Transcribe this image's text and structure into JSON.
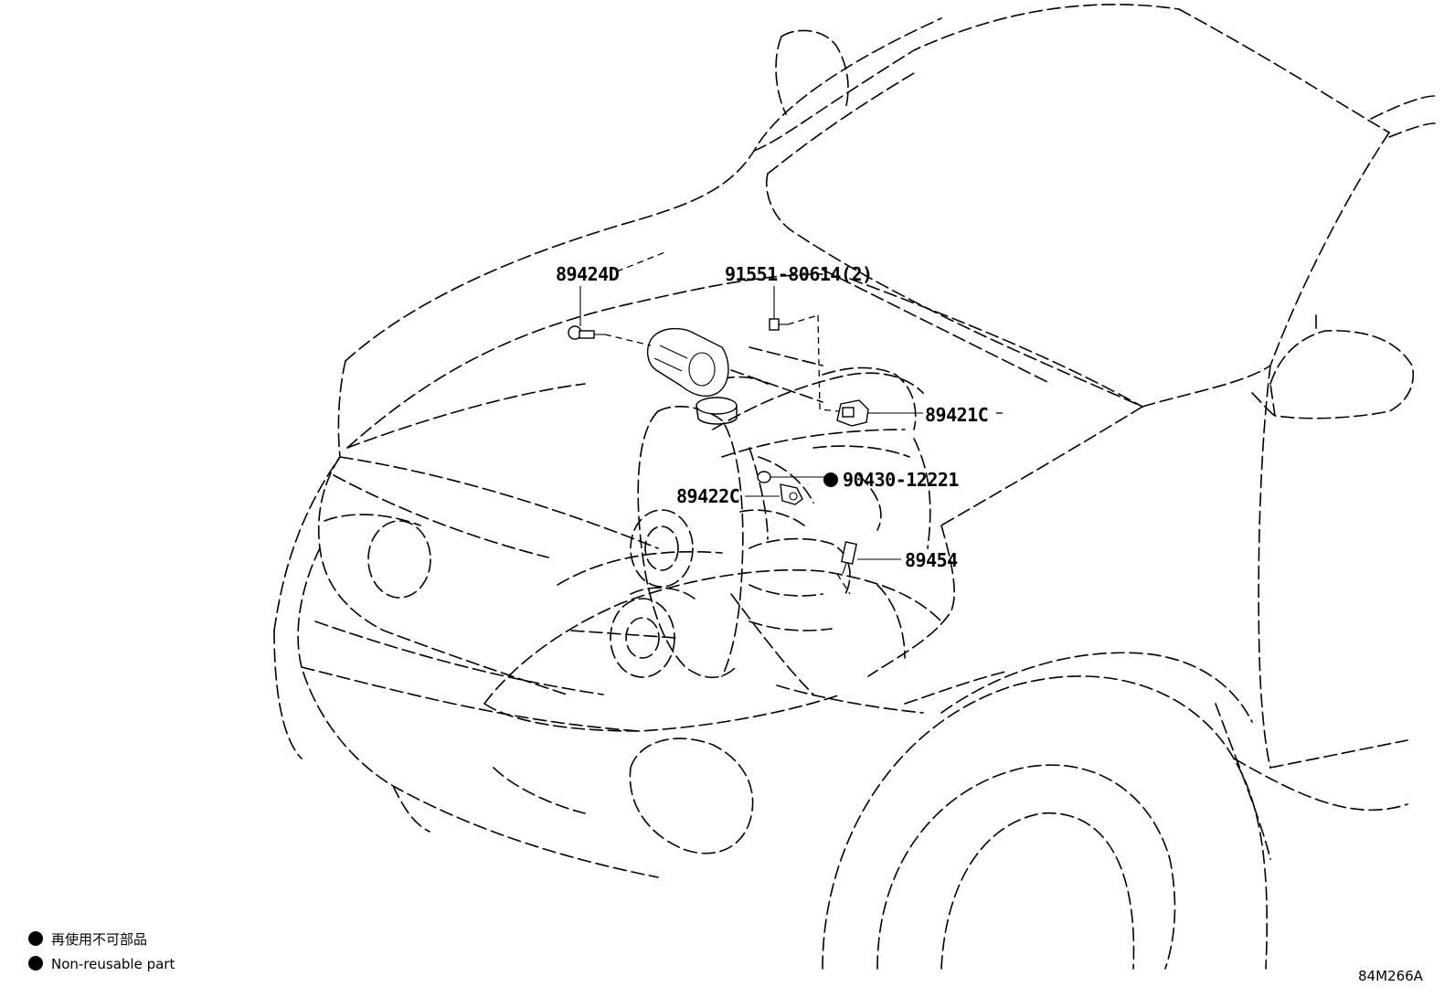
{
  "diagram": {
    "callouts": {
      "p89424d": "89424D",
      "p91551": "91551-80614(2)",
      "p89421c": "89421C",
      "p90430": "90430-12221",
      "p89422c": "89422C",
      "p89454": "89454"
    },
    "legend": {
      "line1": "再使用不可部品",
      "line2": "Non-reusable part"
    },
    "drawing_code": "84M266A"
  }
}
